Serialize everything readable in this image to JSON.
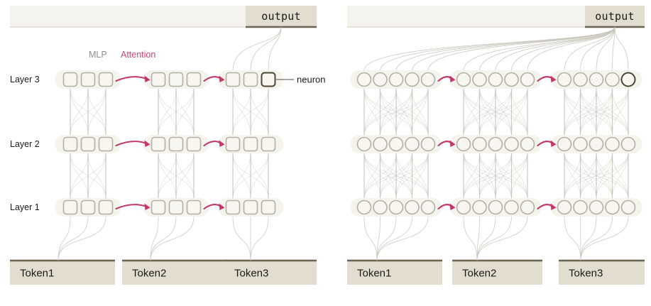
{
  "figure": {
    "title": "",
    "background": "#ffffff",
    "colors": {
      "bar_fill": "#f4f3ee",
      "bar_border": "#6b6453",
      "token_fill": "#e2ddcf",
      "output_fill": "#e2ddcf",
      "group_pill": "#f4f3ec",
      "neuron_stroke": "#b3afa4",
      "neuron_fill": "#f7f6f1",
      "neuron_highlight_stroke": "#4a4636",
      "edge": "#c9c6bb",
      "attention_arrow": "#c2386c",
      "mlp_label": "#8e8e8e",
      "attention_label": "#c9457a",
      "text": "#1a1a1a"
    }
  },
  "panels": [
    {
      "id": "left",
      "neuron_shape": "square",
      "neurons_per_group": 3,
      "layers": [
        {
          "label": "Layer 3"
        },
        {
          "label": "Layer 2"
        },
        {
          "label": "Layer 1"
        }
      ],
      "legend": [
        {
          "name": "mlp",
          "label": "MLP"
        },
        {
          "name": "attention",
          "label": "Attention"
        }
      ],
      "output": {
        "label": "output"
      },
      "annotation": {
        "label": "neuron"
      },
      "tokens": [
        {
          "label": "Token1"
        },
        {
          "label": "Token2"
        },
        {
          "label": "Token3"
        }
      ]
    },
    {
      "id": "right",
      "neuron_shape": "circle",
      "neurons_per_group": 5,
      "layers": [
        {
          "label": ""
        },
        {
          "label": ""
        },
        {
          "label": ""
        }
      ],
      "legend": [],
      "output": {
        "label": "output"
      },
      "annotation": {
        "label": ""
      },
      "tokens": [
        {
          "label": "Token1"
        },
        {
          "label": "Token2"
        },
        {
          "label": "Token3"
        }
      ]
    }
  ]
}
